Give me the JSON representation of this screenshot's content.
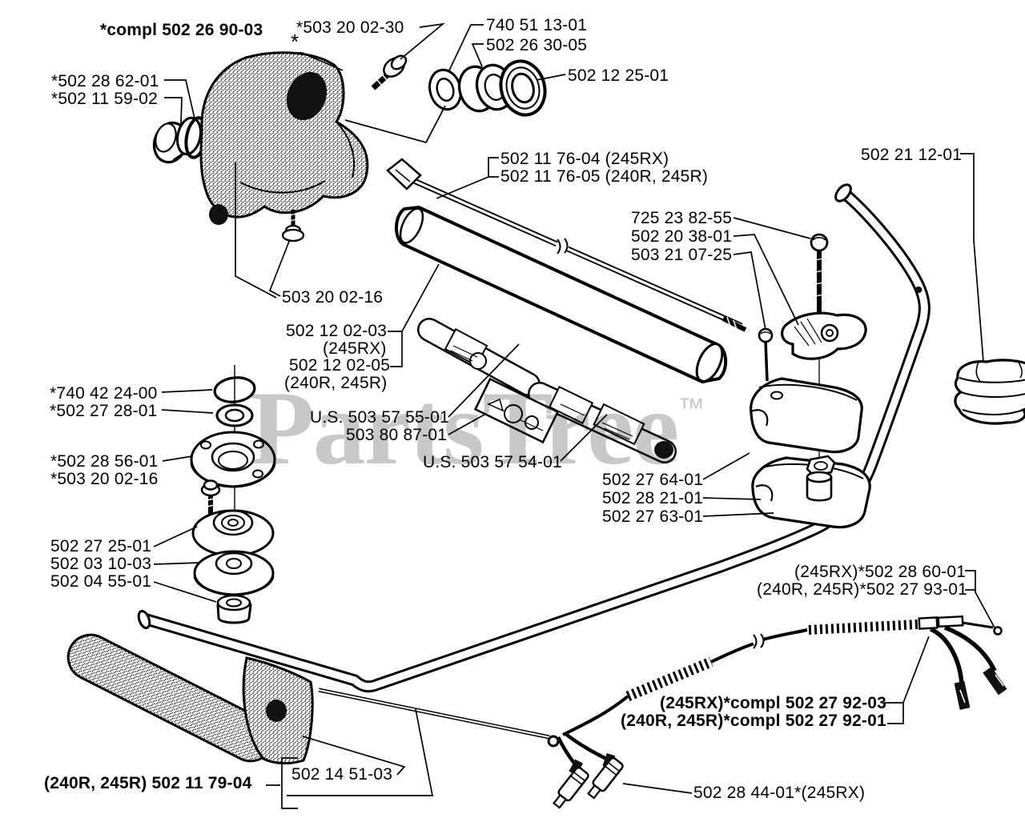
{
  "watermark": {
    "text": "PartsTree",
    "tm": "TM",
    "color": "#c8c8c8"
  },
  "colors": {
    "line": "#000000",
    "background": "#ffffff",
    "watermark": "#c8c8c8"
  },
  "labels": [
    {
      "text": "*compl 502 26 90-03",
      "bold": true
    },
    {
      "text": "*503 20 02-30",
      "bold": false
    },
    {
      "text": "*",
      "bold": false
    },
    {
      "text": "740 51 13-01",
      "bold": false
    },
    {
      "text": "502 26 30-05",
      "bold": false
    },
    {
      "text": "502 12 25-01",
      "bold": false
    },
    {
      "text": "*502 28 62-01",
      "bold": false
    },
    {
      "text": "*502 11 59-02",
      "bold": false
    },
    {
      "text": "502 11 76-04 (245RX)",
      "bold": false
    },
    {
      "text": "502 11 76-05 (240R, 245R)",
      "bold": false
    },
    {
      "text": "502 21 12-01",
      "bold": false
    },
    {
      "text": "725 23 82-55",
      "bold": false
    },
    {
      "text": "502 20 38-01",
      "bold": false
    },
    {
      "text": "503 21 07-25",
      "bold": false
    },
    {
      "text": "503 20 02-16",
      "bold": false
    },
    {
      "text": "502 12 02-03",
      "bold": false
    },
    {
      "text": "(245RX)",
      "bold": false
    },
    {
      "text": "502 12 02-05",
      "bold": false
    },
    {
      "text": "(240R, 245R)",
      "bold": false
    },
    {
      "text": "*740 42 24-00",
      "bold": false
    },
    {
      "text": "*502 27 28-01",
      "bold": false
    },
    {
      "text": "U.S. 503 57 55-01",
      "bold": false
    },
    {
      "text": "503 80 87-01",
      "bold": false
    },
    {
      "text": "*502 28 56-01",
      "bold": false
    },
    {
      "text": "*503 20 02-16",
      "bold": false
    },
    {
      "text": "U.S. 503 57 54-01",
      "bold": false
    },
    {
      "text": "502 27 64-01",
      "bold": false
    },
    {
      "text": "502 28 21-01",
      "bold": false
    },
    {
      "text": "502 27 63-01",
      "bold": false
    },
    {
      "text": "502 27 25-01",
      "bold": false
    },
    {
      "text": "502 03 10-03",
      "bold": false
    },
    {
      "text": "502 04 55-01",
      "bold": false
    },
    {
      "text": "(245RX)*502 28 60-01",
      "bold": false
    },
    {
      "text": "(240R, 245R)*502 27 93-01",
      "bold": false
    },
    {
      "text": "(245RX)*compl 502 27 92-03",
      "bold": true
    },
    {
      "text": "(240R, 245R)*compl 502 27 92-01",
      "bold": true
    },
    {
      "text": "(240R, 245R) 502 11 79-04",
      "bold": true
    },
    {
      "text": "502 14 51-03",
      "bold": false
    },
    {
      "text": "502 28 44-01*(245RX)",
      "bold": false
    }
  ]
}
